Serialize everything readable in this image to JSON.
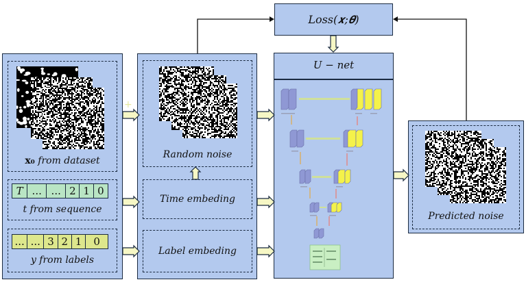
{
  "loss": {
    "label": "Loss(𝒙;𝜽)"
  },
  "unet": {
    "title": "U − net"
  },
  "inputs": {
    "x0_label_bold": "x₀",
    "x0_label_rest": "from dataset",
    "t_label": "t from sequence",
    "t_cells": [
      "T",
      "...",
      "...",
      "2",
      "1",
      "0"
    ],
    "y_label": "y from labels",
    "y_cells": [
      "...",
      "...",
      "3",
      "2",
      "1",
      "0"
    ]
  },
  "middle": {
    "random_noise": "Random noise",
    "time_embedding": "Time embeding",
    "label_embedding": "Label embeding"
  },
  "output": {
    "predicted_noise": "Predicted noise"
  },
  "colors": {
    "panel": "#b3c9ee",
    "t_cells_fill": "#b9e5c4",
    "y_cells_fill": "#dde78c",
    "arrow_fill": "#f6f7c5",
    "unet_blocks": "#8f98d4",
    "unet_yellow": "#f4f24a",
    "unet_skip": "#cfe09a"
  }
}
